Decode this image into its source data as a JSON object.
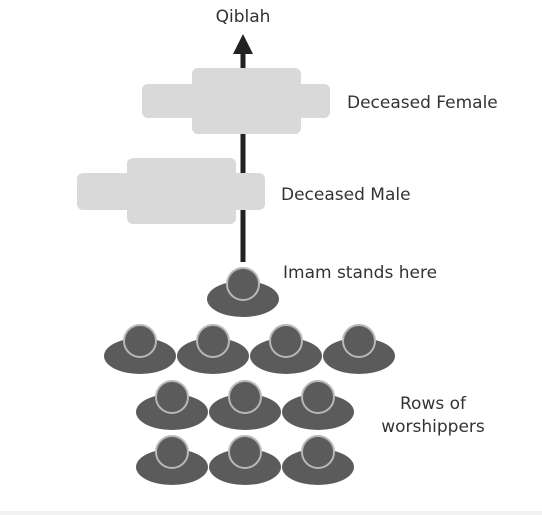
{
  "labels": {
    "qiblah": "Qiblah",
    "deceased_female": "Deceased Female",
    "deceased_male": "Deceased Male",
    "imam": "Imam stands here",
    "rows_line1": "Rows of",
    "rows_line2": "worshippers"
  },
  "icons": {
    "arrow": "up-arrow-icon",
    "coffin": "coffin-icon",
    "person": "person-icon"
  },
  "worshipper_rows": [
    4,
    3,
    3
  ],
  "colors": {
    "arrow": "#222222",
    "coffin": "#d9d9d9",
    "person_body": "#5b5b5b",
    "person_head": "#5b5b5b",
    "person_outline": "#b8b8b8",
    "text": "#333333"
  }
}
